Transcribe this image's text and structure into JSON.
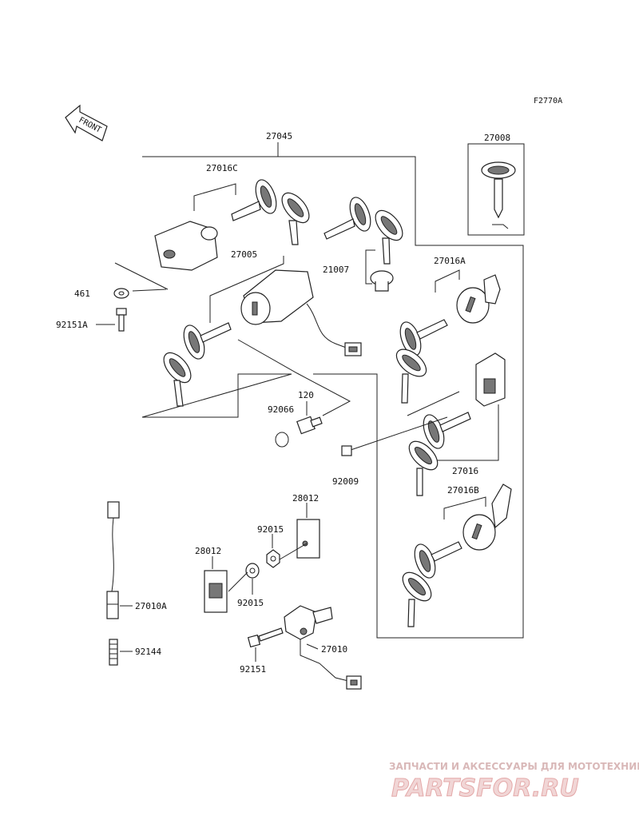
{
  "figure_code": "F2770A",
  "front_label": "FRONT",
  "part_labels": {
    "p27045": "27045",
    "p27008": "27008",
    "p27016C": "27016C",
    "p27005": "27005",
    "p21007": "21007",
    "p27016A": "27016A",
    "p461": "461",
    "p92151A": "92151A",
    "p120": "120",
    "p92066": "92066",
    "p92009": "92009",
    "p27016": "27016",
    "p27016B": "27016B",
    "p28012a": "28012",
    "p92015a": "92015",
    "p28012b": "28012",
    "p92015b": "92015",
    "p27010A": "27010A",
    "p92144": "92144",
    "p27010": "27010",
    "p92151": "92151"
  },
  "watermark": {
    "tagline": "ЗАПЧАСТИ И АКСЕССУАРЫ ДЛЯ МОТОТЕХНИКИ",
    "brand": "PARTSFOR.RU"
  }
}
